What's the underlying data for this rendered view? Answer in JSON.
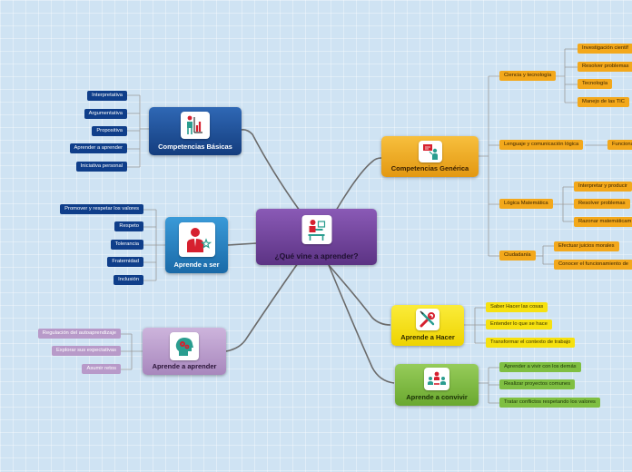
{
  "central": {
    "title": "¿Qué vine a aprender?",
    "icon": "student-desk-icon"
  },
  "branches": {
    "competencias_basicas": {
      "title": "Competencias Básicas",
      "icon": "chart-people-icon",
      "items": [
        "Interpretativa",
        "Argumentativa",
        "Propositiva",
        "Aprender a aprender",
        "Iniciativa personal"
      ]
    },
    "aprende_a_ser": {
      "title": "Aprende a ser",
      "icon": "businessman-star-icon",
      "items": [
        "Promover y respetar los valores",
        "Respeto",
        "Tolerancia",
        "Fraternidad",
        "Inclusión"
      ]
    },
    "aprende_a_aprender": {
      "title": "Aprende a aprender",
      "icon": "head-gears-icon",
      "items": [
        "Regulación del autoaprendizaje",
        "Explorar sus expectativas",
        "Asumir retos"
      ]
    },
    "competencias_genericas": {
      "title": "Competencias Genérica",
      "icon": "presenter-board-icon",
      "subs": {
        "ciencia": {
          "label": "Ciencia y tecnología",
          "items": [
            "Investigación científ",
            "Resolver problemas",
            "Tecnología",
            "Manejo de las TIC"
          ]
        },
        "lenguaje": {
          "label": "Lenguaje y comunicación lógica",
          "items": [
            "Funciona"
          ]
        },
        "logica": {
          "label": "Lógica Matemática",
          "items": [
            "Interpretar y producir",
            "Resolver problemas",
            "Razonar matemáticam"
          ]
        },
        "ciudadania": {
          "label": "Ciudadanía",
          "items": [
            "Efectuar juicios morales",
            "Conocer el funcionamiento de"
          ]
        }
      }
    },
    "aprende_a_hacer": {
      "title": "Aprende a Hacer",
      "icon": "wrench-screwdriver-icon",
      "items": [
        "Saber Hacer las cosas",
        "Entender lo que se hace",
        "Transformar el contexto de trabajo"
      ]
    },
    "aprende_a_convivir": {
      "title": "Aprende a convivir",
      "icon": "group-people-icon",
      "items": [
        "Aprender a vivir con los demás",
        "Realizar proyectos comunes",
        "Tratar conflictos respetando los valores"
      ]
    }
  },
  "colors": {
    "central": "#6a3f94",
    "basicas": "#1d4f96",
    "ser": "#1f7fc4",
    "aprender": "#b89ac9",
    "genericas": "#f3a81b",
    "hacer": "#f6e10f",
    "convivir": "#7fbf42",
    "connector": "#6b6b6b"
  }
}
